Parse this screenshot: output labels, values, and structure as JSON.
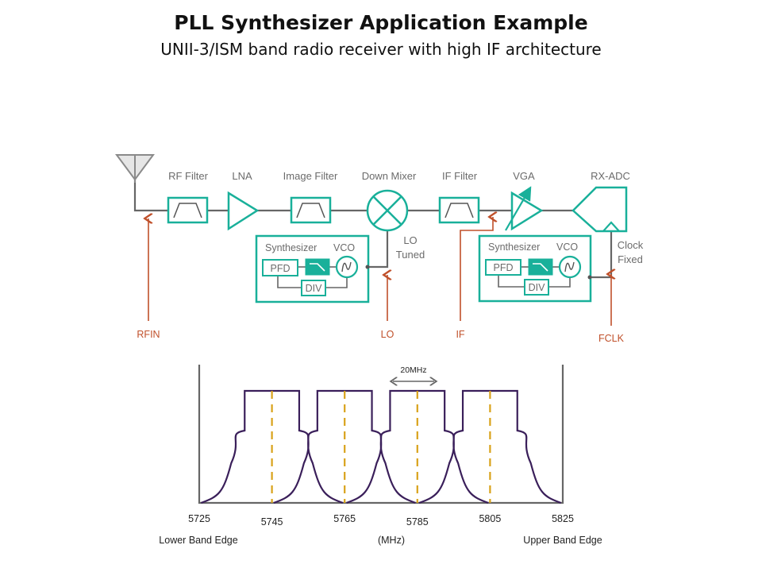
{
  "title": "PLL Synthesizer Application Example",
  "subtitle": "UNII-3/ISM band radio receiver with high IF architecture",
  "colors": {
    "block": "#19b09a",
    "wire": "#666666",
    "signal_arrow": "#c0502a",
    "spectrum": "#3a1f5a",
    "center_line": "#d9a21a",
    "antenna_fill": "#e6e6e6"
  },
  "block_diagram": {
    "chain": [
      {
        "id": "antenna",
        "icon": "antenna-icon"
      },
      {
        "id": "rf_filter",
        "label": "RF Filter",
        "icon": "bandpass-filter-icon"
      },
      {
        "id": "lna",
        "label": "LNA",
        "icon": "amplifier-icon"
      },
      {
        "id": "image_filter",
        "label": "Image Filter",
        "icon": "bandpass-filter-icon"
      },
      {
        "id": "down_mixer",
        "label": "Down Mixer",
        "icon": "mixer-icon"
      },
      {
        "id": "if_filter",
        "label": "IF Filter",
        "icon": "bandpass-filter-icon"
      },
      {
        "id": "vga",
        "label": "VGA",
        "icon": "variable-gain-amplifier-icon"
      },
      {
        "id": "rx_adc",
        "label": "RX-ADC",
        "icon": "adc-icon"
      }
    ],
    "synthesizers": [
      {
        "label": "Synthesizer",
        "vco_label": "VCO",
        "pfd_label": "PFD",
        "div_label": "DIV",
        "output_label_line1": "LO",
        "output_label_line2": "Tuned"
      },
      {
        "label": "Synthesizer",
        "vco_label": "VCO",
        "pfd_label": "PFD",
        "div_label": "DIV",
        "output_label_line1": "Clock",
        "output_label_line2": "Fixed"
      }
    ],
    "signal_labels": {
      "rfin": "RFIN",
      "lo": "LO",
      "if": "IF",
      "fclk": "FCLK"
    }
  },
  "chart_data": {
    "type": "line",
    "title": "",
    "xlabel": "(MHz)",
    "ylabel": "",
    "x_ticks": [
      5725,
      5745,
      5765,
      5785,
      5805,
      5825
    ],
    "x_tick_labels": [
      "5725",
      "5745",
      "5765",
      "5785",
      "5805",
      "5825"
    ],
    "xlim": [
      5725,
      5825
    ],
    "band_edge_labels": {
      "lower": "Lower Band Edge",
      "upper": "Upper Band Edge"
    },
    "channel_width_annotation": "20MHz",
    "channel_width_mhz": 20,
    "channels": [
      {
        "name": "Channel 5745",
        "center": 5745
      },
      {
        "name": "Channel 5765",
        "center": 5765
      },
      {
        "name": "Channel 5785",
        "center": 5785
      },
      {
        "name": "Channel 5805",
        "center": 5805
      }
    ],
    "grid": false,
    "legend": "none"
  }
}
